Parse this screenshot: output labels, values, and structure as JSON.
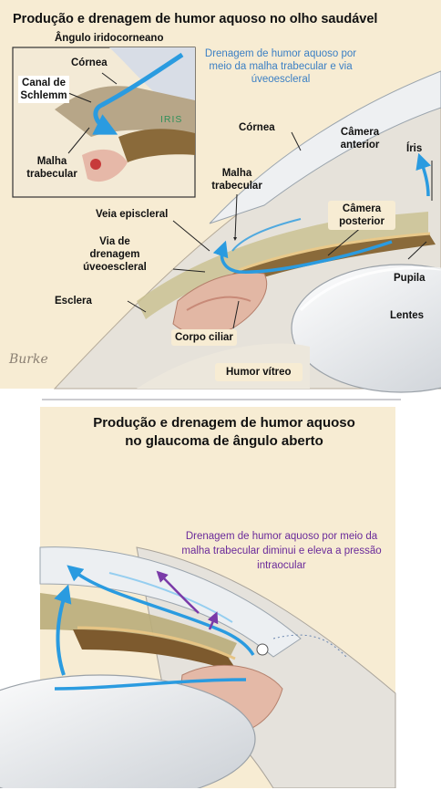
{
  "top_panel": {
    "title": "Produção e drenagem de humor aquoso no olho saudável",
    "inset": {
      "title": "Ângulo iridocorneano",
      "labels": {
        "cornea": "Córnea",
        "schlemm": "Canal de Schlemm",
        "iris": "IRIS",
        "trabecular": "Malha trabecular"
      }
    },
    "drainage_note": "Drenagem de humor aquoso por meio da malha trabecular e via úveoescleral",
    "labels": {
      "cornea": "Córnea",
      "anterior_chamber": "Câmera anterior",
      "iris": "Íris",
      "trabecular": "Malha trabecular",
      "episcleral_vein": "Veia episcleral",
      "posterior_chamber": "Câmera posterior",
      "uveoscleral": "Via de drenagem úveoescleral",
      "pupil": "Pupila",
      "sclera": "Esclera",
      "lens": "Lentes",
      "ciliary_body": "Corpo ciliar",
      "vitreous": "Humor vítreo"
    },
    "signature": "Burke"
  },
  "bottom_panel": {
    "title": "Produção e drenagem de humor aquoso no glaucoma de ângulo aberto",
    "note": "Drenagem de humor aquoso por meio da malha trabecular diminui e eleva a pressão intraocular"
  }
}
